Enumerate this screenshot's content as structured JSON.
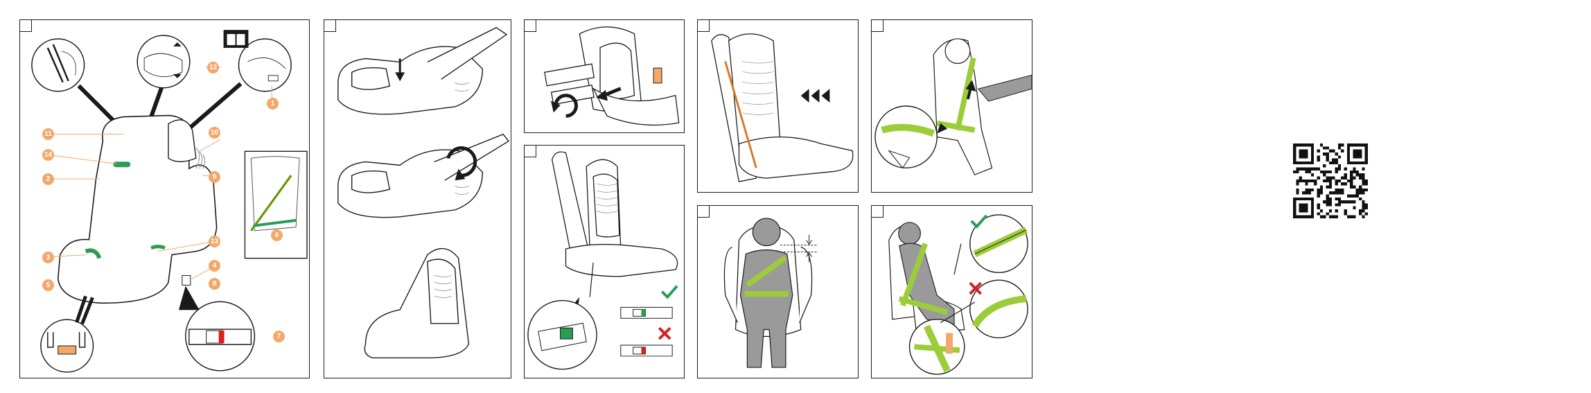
{
  "colors": {
    "outline": "#1a1a1a",
    "accent_orange": "#f2a86b",
    "belt_green": "#9ccc3a",
    "dark_green": "#2a9d55",
    "error_red": "#d62020",
    "seat_grey": "#9a9a9a"
  },
  "panel1": {
    "callouts": [
      "11",
      "14",
      "2",
      "3",
      "5",
      "12",
      "1",
      "10",
      "9",
      "13",
      "4",
      "6",
      "8",
      "7"
    ],
    "manual_icon": "book-info-icon"
  },
  "panel2": {
    "icon": "headrest-adjust-icon"
  },
  "panel3": {
    "icon": "isofix-connector-icon"
  },
  "panel4": {
    "icon": "seat-indicator-icon",
    "ok_icon": "check-icon",
    "fail_icon": "cross-icon"
  },
  "panel5": {
    "icon": "recline-arrows-icon"
  },
  "panel6": {
    "icon": "child-height-icon"
  },
  "panel7": {
    "icon": "belt-routing-icon"
  },
  "panel8": {
    "icon": "belt-check-icon",
    "ok_icon": "check-icon",
    "fail_icon": "cross-icon"
  },
  "qr": {
    "icon": "qr-code-icon"
  }
}
